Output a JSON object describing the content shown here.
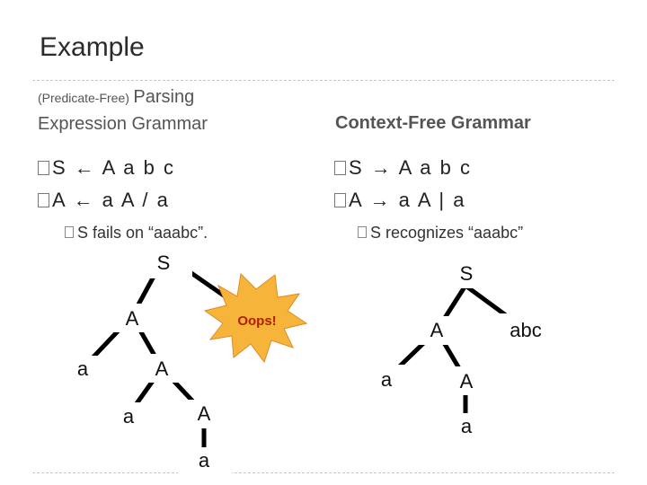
{
  "slide": {
    "title": "Example",
    "left": {
      "heading_small": "(Predicate-Free)",
      "heading_rest": "Parsing",
      "heading_line2": "Expression Grammar",
      "rule1": "S ← A a b c",
      "rule2": "A ← a A / a",
      "note": "S fails on “aaabc”."
    },
    "right": {
      "heading": "Context-Free Grammar",
      "rule1": "S → A a b c",
      "rule2": "A → a A | a",
      "note": "S recognizes “aaabc”"
    },
    "left_tree": {
      "root": "S",
      "n1": "A",
      "n2": "a",
      "n3": "A",
      "n4": "a",
      "n5": "A",
      "n6": "a",
      "burst": "Oops!"
    },
    "right_tree": {
      "root": "S",
      "n1": "A",
      "n2": "abc",
      "n3": "a",
      "n4": "A",
      "n5": "a"
    }
  },
  "colors": {
    "node_fill": "#ffffff",
    "tree_line": "#000000",
    "burst_fill": "#f7b43a",
    "burst_text": "#b02000"
  }
}
